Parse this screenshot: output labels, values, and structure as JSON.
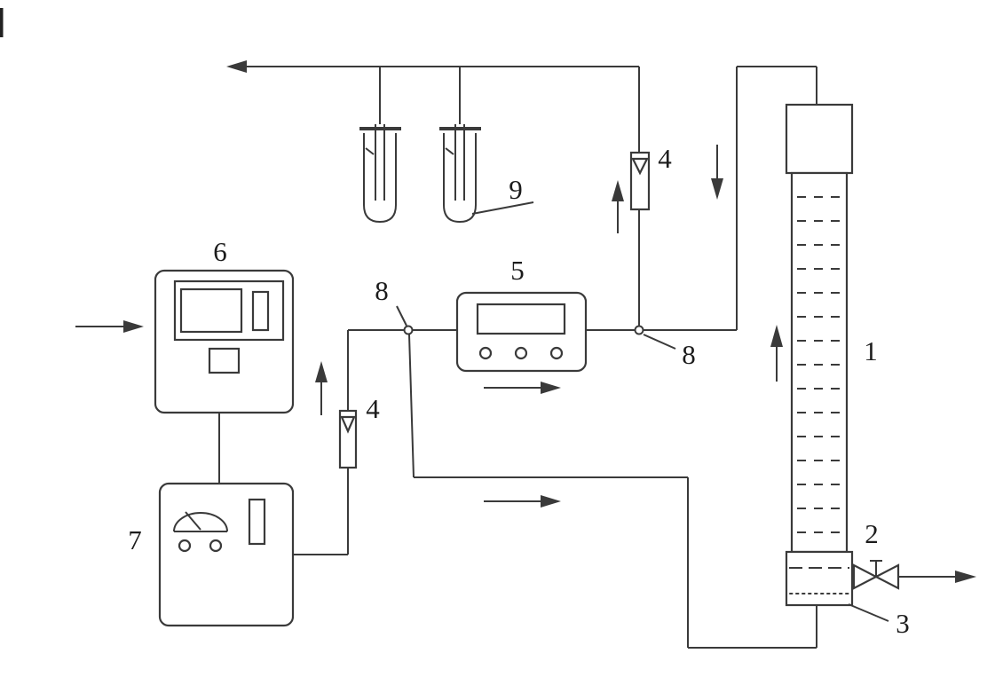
{
  "diagram": {
    "labels": {
      "column": "1",
      "valve": "2",
      "distributor": "3",
      "rotameter_top": "4",
      "rotameter_left": "4",
      "analyzer": "5",
      "controller": "6",
      "generator": "7",
      "tee_left": "8",
      "tee_right": "8",
      "tubes": "9"
    },
    "colors": {
      "line": "#3a3a3a",
      "text": "#1c1c1c",
      "background": "#ffffff"
    }
  }
}
